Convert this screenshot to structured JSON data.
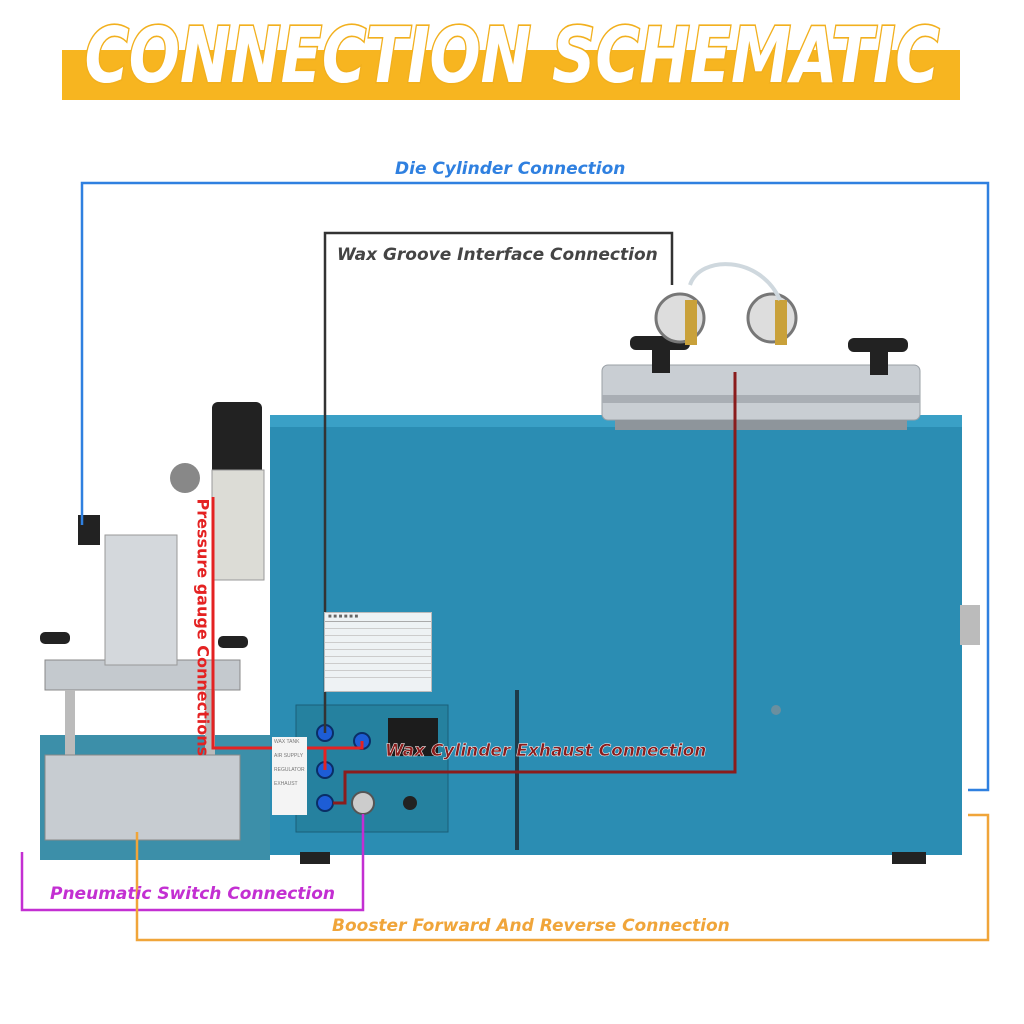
{
  "title": "CONNECTION SCHEMATIC",
  "labels": {
    "die_cylinder": "Die Cylinder Connection",
    "wax_groove": "Wax Groove Interface Connection",
    "pressure_gauge": "Pressure gauge Connections",
    "wax_exhaust": "Wax Cylinder Exhaust Connection",
    "pneumatic_switch": "Pneumatic Switch Connection",
    "booster": "Booster Forward And Reverse Connection"
  },
  "panel_labels": [
    "WAX TANK",
    "AIR SUPPLY",
    "REGULATOR",
    "EXHAUST"
  ],
  "colors": {
    "banner": "#f7b520",
    "die_cylinder": "#2f80e0",
    "wax_groove": "#333333",
    "pressure_gauge": "#e42222",
    "wax_exhaust": "#8a1c1c",
    "pneumatic_switch": "#c32fd2",
    "booster": "#f0a53a",
    "machine_body": "#2b8db3"
  }
}
